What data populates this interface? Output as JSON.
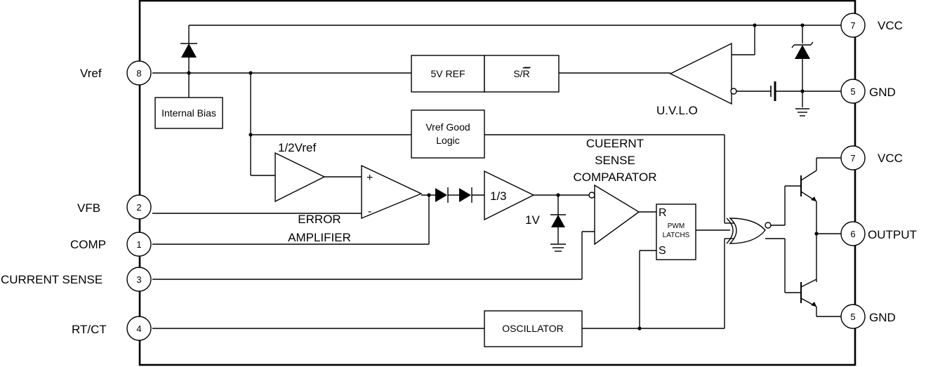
{
  "pins": {
    "vref": {
      "number": "8",
      "label": "Vref"
    },
    "vcc_top": {
      "number": "7",
      "label": "VCC"
    },
    "gnd_top": {
      "number": "5",
      "label": "GND"
    },
    "vcc_out": {
      "number": "7",
      "label": "VCC"
    },
    "output": {
      "number": "6",
      "label": "OUTPUT"
    },
    "gnd_out": {
      "number": "5",
      "label": "GND"
    },
    "vfb": {
      "number": "2",
      "label": "VFB"
    },
    "comp": {
      "number": "1",
      "label": "COMP"
    },
    "current_sense": {
      "number": "3",
      "label": "CURRENT SENSE"
    },
    "rtct": {
      "number": "4",
      "label": "RT/CT"
    }
  },
  "blocks": {
    "ref_5v": "5V REF",
    "sr_prefix": "S/",
    "sr_bar": "R",
    "internal_bias": "Internal Bias",
    "vref_good_line1": "Vref Good",
    "vref_good_line2": "Logic",
    "oscillator": "OSCILLATOR",
    "pwm_r": "R",
    "pwm_s": "S",
    "pwm_line1": "PWM",
    "pwm_line2": "LATCHS"
  },
  "labels": {
    "uvlo": "U.V.L.O",
    "half_vref": "1/2Vref",
    "plus": "+",
    "minus": "-",
    "error_amp_line1": "ERROR",
    "error_amp_line2": "AMPLIFIER",
    "divider": "1/3",
    "one_volt": "1V",
    "csc_line1": "CUEERNT",
    "csc_line2": "SENSE",
    "csc_line3": "COMPARATOR"
  }
}
